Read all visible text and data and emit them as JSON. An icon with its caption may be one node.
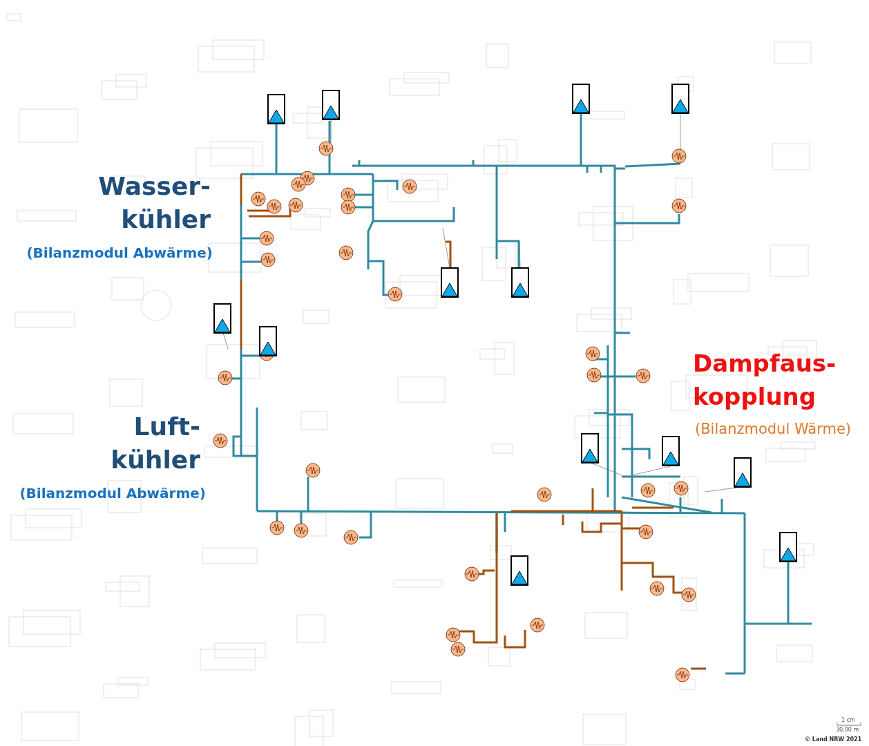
{
  "diagram": {
    "labels": [
      "Wasser- kühler",
      "(Bilanzmodul Abwärme)",
      "Luft- kühler",
      "(Bilanzmodul Abwärme)",
      "Dampfaus- kopplung",
      "(Bilanzmodul Wärme)",
      "1 cm",
      "30,00 m",
      "© Land NRW 2021"
    ]
  }
}
